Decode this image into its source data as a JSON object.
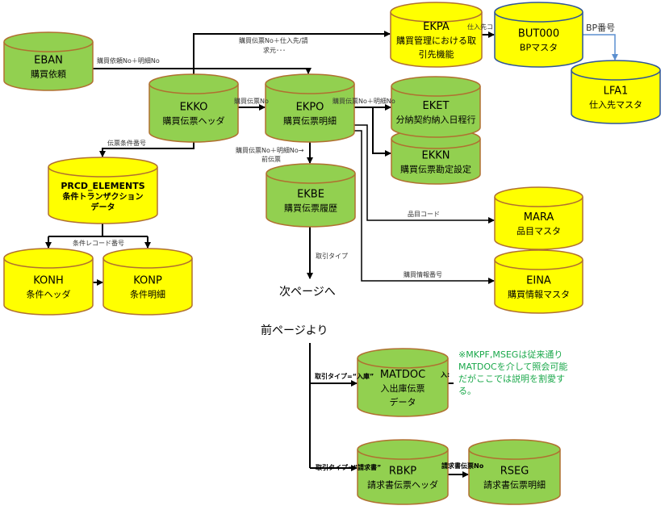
{
  "colors": {
    "green": "#92d050",
    "yellow": "#ffff00",
    "cyl_border": "#b07030",
    "blue_border": "#2f5597",
    "note": "#1aa84a",
    "blue_line": "#5b8fd0"
  },
  "nodes": {
    "EBAN": {
      "title": "EBAN",
      "desc": [
        "購買依頼"
      ],
      "fill": "green"
    },
    "EKPA": {
      "title": "EKPA",
      "desc": [
        "購買管理における取",
        "引先機能"
      ],
      "fill": "yellow"
    },
    "BUT000": {
      "title": "BUT000",
      "desc": [
        "BPマスタ"
      ],
      "fill": "yellow"
    },
    "LFA1": {
      "title": "LFA1",
      "desc": [
        "仕入先マスタ"
      ],
      "fill": "yellow"
    },
    "EKKO": {
      "title": "EKKO",
      "desc": [
        "購買伝票ヘッダ"
      ],
      "fill": "green"
    },
    "EKPO": {
      "title": "EKPO",
      "desc": [
        "購買伝票明細"
      ],
      "fill": "green"
    },
    "EKKN": {
      "title": "EKKN",
      "desc": [
        "購買伝票勘定設定"
      ],
      "fill": "green"
    },
    "EKET": {
      "title": "EKET",
      "desc": [
        "分納契約納入日程行"
      ],
      "fill": "green"
    },
    "PRCD_ELEMENTS": {
      "title": "PRCD_ELEMENTS",
      "desc": [
        "条件トランザクション",
        "データ"
      ],
      "fill": "yellow"
    },
    "EKBE": {
      "title": "EKBE",
      "desc": [
        "購買伝票履歴"
      ],
      "fill": "green"
    },
    "MARA": {
      "title": "MARA",
      "desc": [
        "品目マスタ"
      ],
      "fill": "yellow"
    },
    "EINA": {
      "title": "EINA",
      "desc": [
        "購買情報マスタ"
      ],
      "fill": "yellow"
    },
    "KONH": {
      "title": "KONH",
      "desc": [
        "条件ヘッダ"
      ],
      "fill": "yellow"
    },
    "KONP": {
      "title": "KONP",
      "desc": [
        "条件明細"
      ],
      "fill": "yellow"
    },
    "MATDOC": {
      "title": "MATDOC",
      "desc": [
        "入出庫伝票",
        "データ"
      ],
      "fill": "green"
    },
    "RBKP": {
      "title": "RBKP",
      "desc": [
        "請求書伝票ヘッダ"
      ],
      "fill": "green"
    },
    "RSEG": {
      "title": "RSEG",
      "desc": [
        "請求書伝票明細"
      ],
      "fill": "green"
    }
  },
  "edge_labels": {
    "eban_ekpo": "購買依頼No＋明細No",
    "ekko_ekpa_1": "購買伝票No＋仕入先/請",
    "ekko_ekpa_2": "求元･･･",
    "ekko_ekpo": "購買伝票No",
    "ekpo_eket": "購買伝票No＋明細No",
    "ekpo_ekbe_1": "購買伝票No＋明細No→",
    "ekpo_ekbe_2": "前伝票",
    "ekko_prcd": "伝票条件番号",
    "prcd_kon": "条件レコード番号",
    "ekpo_mara": "品目コード",
    "ekpo_eina": "購買情報番号",
    "ekbe_next": "取引タイプ",
    "ekpa_but000": "仕入先コ",
    "but000_lfa1": "BP番号",
    "to_matdoc": "取引タイプ=“入庫”",
    "matdoc_out": "入:",
    "to_rbkp": "取引タイプ=“請求書”",
    "rbkp_rseg": "請求書伝票No"
  },
  "page_links": {
    "next": "次ページへ",
    "prev": "前ページより"
  },
  "note": [
    "※MKPF,MSEGは従来通り",
    "MATDOCを介して照会可能",
    "だがここでは説明を割愛す",
    "る。"
  ]
}
